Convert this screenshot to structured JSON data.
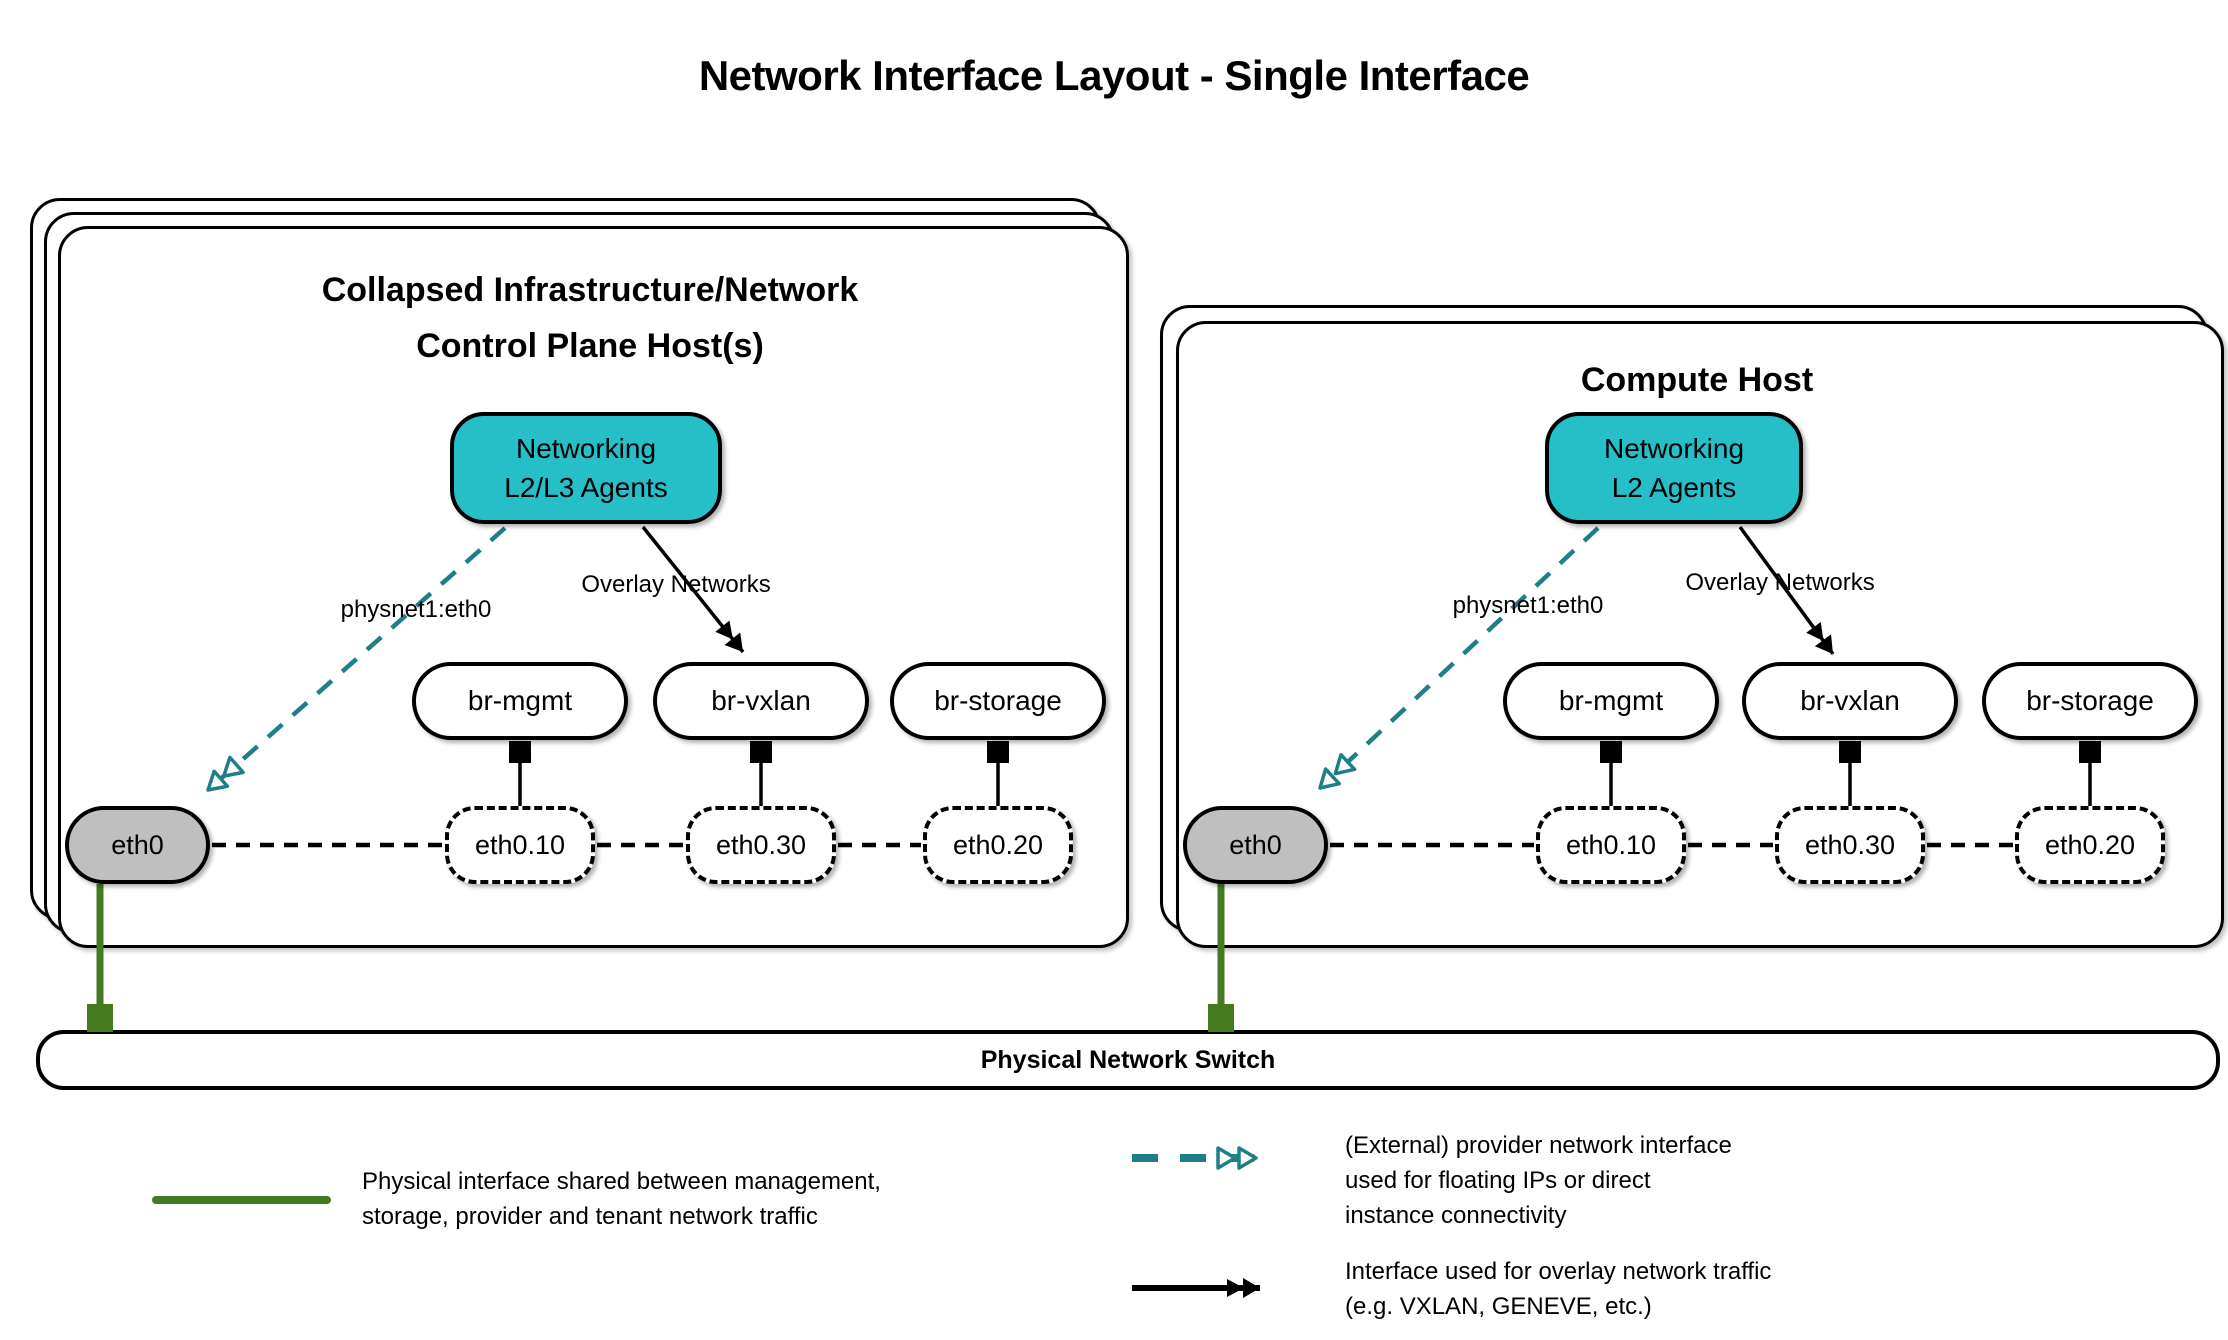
{
  "title": "Network Interface Layout - Single Interface",
  "hosts": [
    {
      "title_line1": "Collapsed Infrastructure/Network",
      "title_line2": "Control Plane Host(s)",
      "agent_line1": "Networking",
      "agent_line2": "L2/L3 Agents",
      "provider_label": "physnet1:eth0",
      "overlay_label": "Overlay Networks",
      "bridges": [
        "br-mgmt",
        "br-vxlan",
        "br-storage"
      ],
      "physical_interface": "eth0",
      "vlan_interfaces": [
        "eth0.10",
        "eth0.30",
        "eth0.20"
      ]
    },
    {
      "title_line1": "Compute Host",
      "agent_line1": "Networking",
      "agent_line2": "L2 Agents",
      "provider_label": "physnet1:eth0",
      "overlay_label": "Overlay Networks",
      "bridges": [
        "br-mgmt",
        "br-vxlan",
        "br-storage"
      ],
      "physical_interface": "eth0",
      "vlan_interfaces": [
        "eth0.10",
        "eth0.30",
        "eth0.20"
      ]
    }
  ],
  "switch_label": "Physical Network Switch",
  "legend": {
    "physical": {
      "lines": [
        "Physical interface shared between management,",
        "storage, provider and tenant network traffic"
      ]
    },
    "provider": {
      "lines": [
        "(External) provider network interface",
        "used for floating IPs or direct",
        "instance connectivity"
      ]
    },
    "overlay": {
      "lines": [
        "Interface used for overlay network traffic",
        "(e.g. VXLAN, GENEVE, etc.)"
      ]
    }
  },
  "colors": {
    "agent_fill": "#26BFC7",
    "provider_line": "#1F7F86",
    "physical_line": "#467A1E",
    "phys_iface_fill": "#BFBFBF",
    "line_black": "#000000"
  }
}
